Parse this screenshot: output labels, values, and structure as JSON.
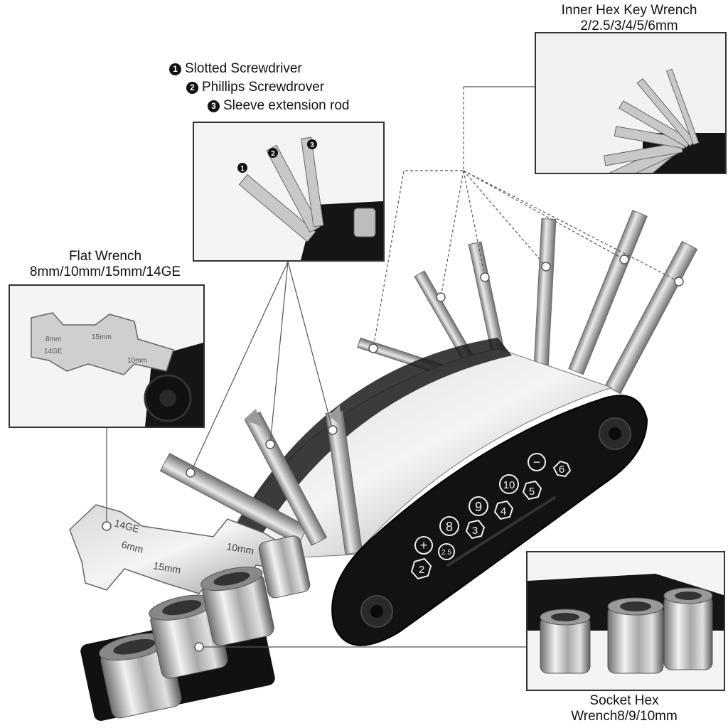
{
  "labels": {
    "hex_title": "Inner Hex Key Wrench",
    "hex_sizes": "2/2.5/3/4/5/6mm",
    "screw_1_num": "1",
    "screw_1_text": "Slotted Screwdriver",
    "screw_2_num": "2",
    "screw_2_text": "Phillips  Screwdrover",
    "screw_3_num": "3",
    "screw_3_text": "Sleeve  extension rod",
    "flat_title": "Flat Wrench",
    "flat_sizes": "8mm/10mm/15mm/14GE",
    "socket_title": "Socket Hex",
    "socket_sizes": "Wrench8/9/10mm"
  },
  "tool_markings": {
    "wrench_marks": [
      "14GE",
      "6mm",
      "15mm",
      "10mm"
    ],
    "inset_wrench_marks": [
      "8mm",
      "15mm",
      "10mm",
      "14GE"
    ],
    "body_icons": [
      "+",
      "8",
      "9",
      "10",
      "−",
      "6",
      "2",
      "2.5",
      "3",
      "4",
      "5"
    ],
    "inset_screw_nums": [
      "1",
      "2",
      "3"
    ]
  },
  "colors": {
    "steel": "#c9c9c9",
    "steel_dark": "#8a8a8a",
    "body_black": "#121212",
    "leader_line": "#555555",
    "frame": "#333333"
  }
}
